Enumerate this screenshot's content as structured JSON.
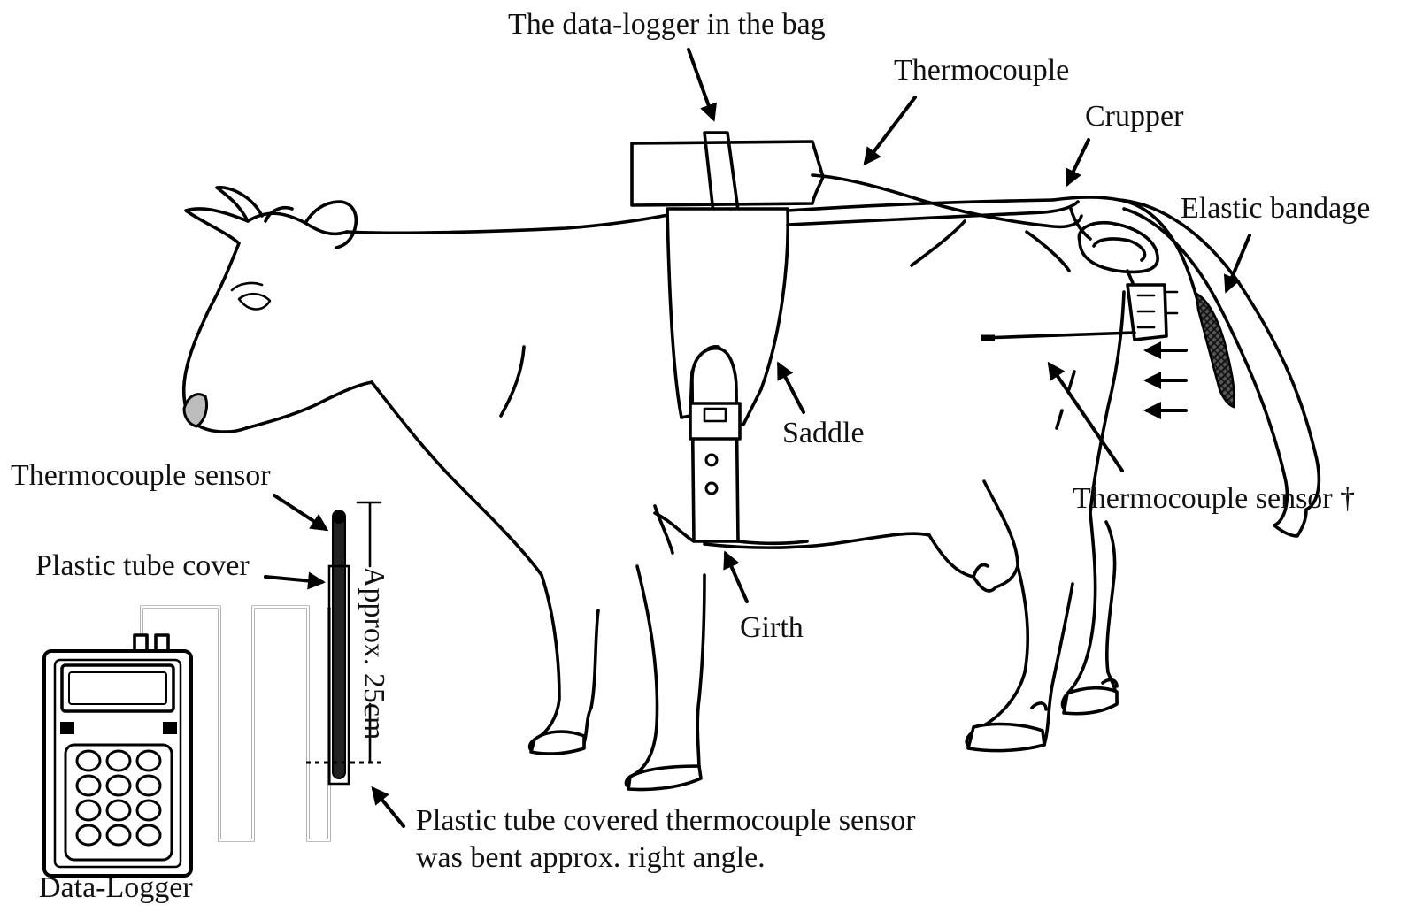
{
  "labels": {
    "data_logger_in_bag": "The data-logger in the bag",
    "thermocouple": "Thermocouple",
    "crupper": "Crupper",
    "elastic_bandage": "Elastic bandage",
    "saddle": "Saddle",
    "thermocouple_sensor_top": "Thermocouple sensor",
    "plastic_tube_cover": "Plastic tube cover",
    "approx_length": "Approx. 25cm",
    "girth": "Girth",
    "thermocouple_sensor_dagger": "Thermocouple sensor †",
    "bent_note_line1": "Plastic tube covered thermocouple sensor",
    "bent_note_line2": "was bent approx. right angle.",
    "data_logger": "Data-Logger"
  },
  "colors": {
    "line": "#000000",
    "background": "#ffffff",
    "muzzle": "#bdbdbd",
    "bandage": "#333333"
  }
}
